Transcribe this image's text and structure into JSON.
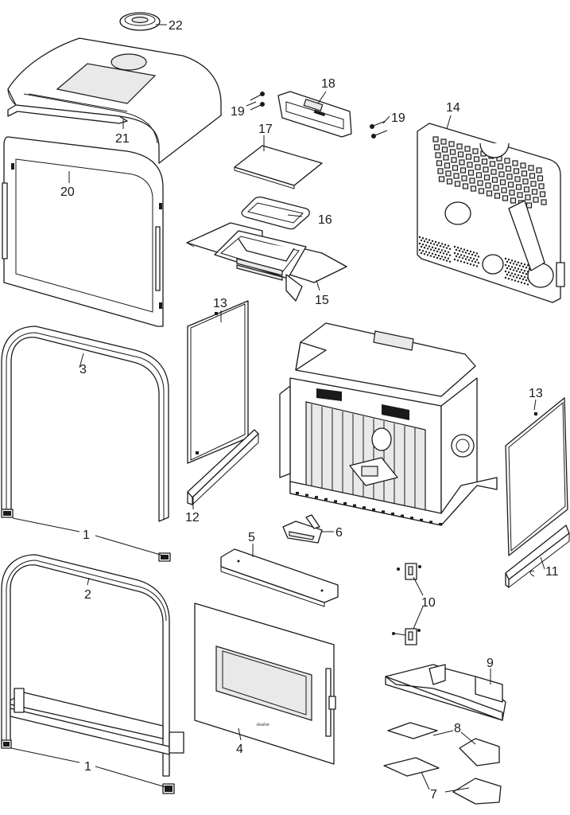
{
  "diagram": {
    "type": "exploded-parts-diagram",
    "brand_mark": "Avalon",
    "callouts": [
      {
        "id": "c22",
        "text": "22"
      },
      {
        "id": "c21",
        "text": "21"
      },
      {
        "id": "c20",
        "text": "20"
      },
      {
        "id": "c19a",
        "text": "19"
      },
      {
        "id": "c19b",
        "text": "19"
      },
      {
        "id": "c18",
        "text": "18"
      },
      {
        "id": "c17",
        "text": "17"
      },
      {
        "id": "c16",
        "text": "16"
      },
      {
        "id": "c15",
        "text": "15"
      },
      {
        "id": "c14",
        "text": "14"
      },
      {
        "id": "c13a",
        "text": "13"
      },
      {
        "id": "c13b",
        "text": "13"
      },
      {
        "id": "c12",
        "text": "12"
      },
      {
        "id": "c11",
        "text": "11"
      },
      {
        "id": "c10",
        "text": "10"
      },
      {
        "id": "c9",
        "text": "9"
      },
      {
        "id": "c8",
        "text": "8"
      },
      {
        "id": "c7",
        "text": "7"
      },
      {
        "id": "c6",
        "text": "6"
      },
      {
        "id": "c5",
        "text": "5"
      },
      {
        "id": "c4",
        "text": "4"
      },
      {
        "id": "c3",
        "text": "3"
      },
      {
        "id": "c2",
        "text": "2"
      },
      {
        "id": "c1a",
        "text": "1"
      },
      {
        "id": "c1b",
        "text": "1"
      }
    ]
  }
}
